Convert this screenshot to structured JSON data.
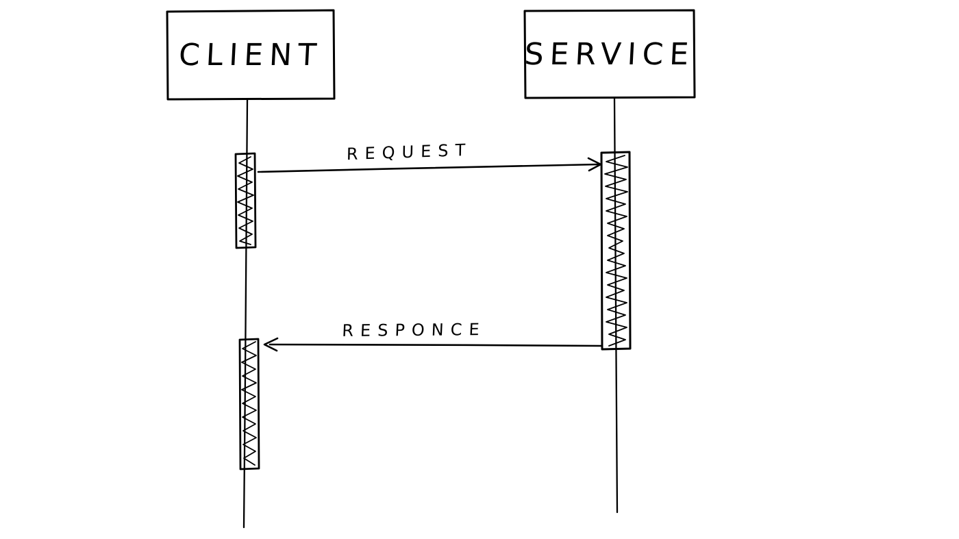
{
  "canvas": {
    "background_color": "#ffffff",
    "stroke_color": "#000000",
    "style": "hand-drawn"
  },
  "diagram": {
    "type": "sequence-diagram",
    "actors": [
      {
        "name": "CLIENT"
      },
      {
        "name": "SERVICE"
      }
    ],
    "messages": [
      {
        "label": "REQUEST",
        "from": "CLIENT",
        "to": "SERVICE",
        "direction": "right"
      },
      {
        "label": "RESPONCE",
        "from": "SERVICE",
        "to": "CLIENT",
        "direction": "left"
      }
    ],
    "activations": [
      {
        "actor": "CLIENT",
        "order": 1,
        "fill": "scribble"
      },
      {
        "actor": "SERVICE",
        "order": 1,
        "fill": "scribble"
      },
      {
        "actor": "CLIENT",
        "order": 2,
        "fill": "scribble"
      }
    ]
  }
}
